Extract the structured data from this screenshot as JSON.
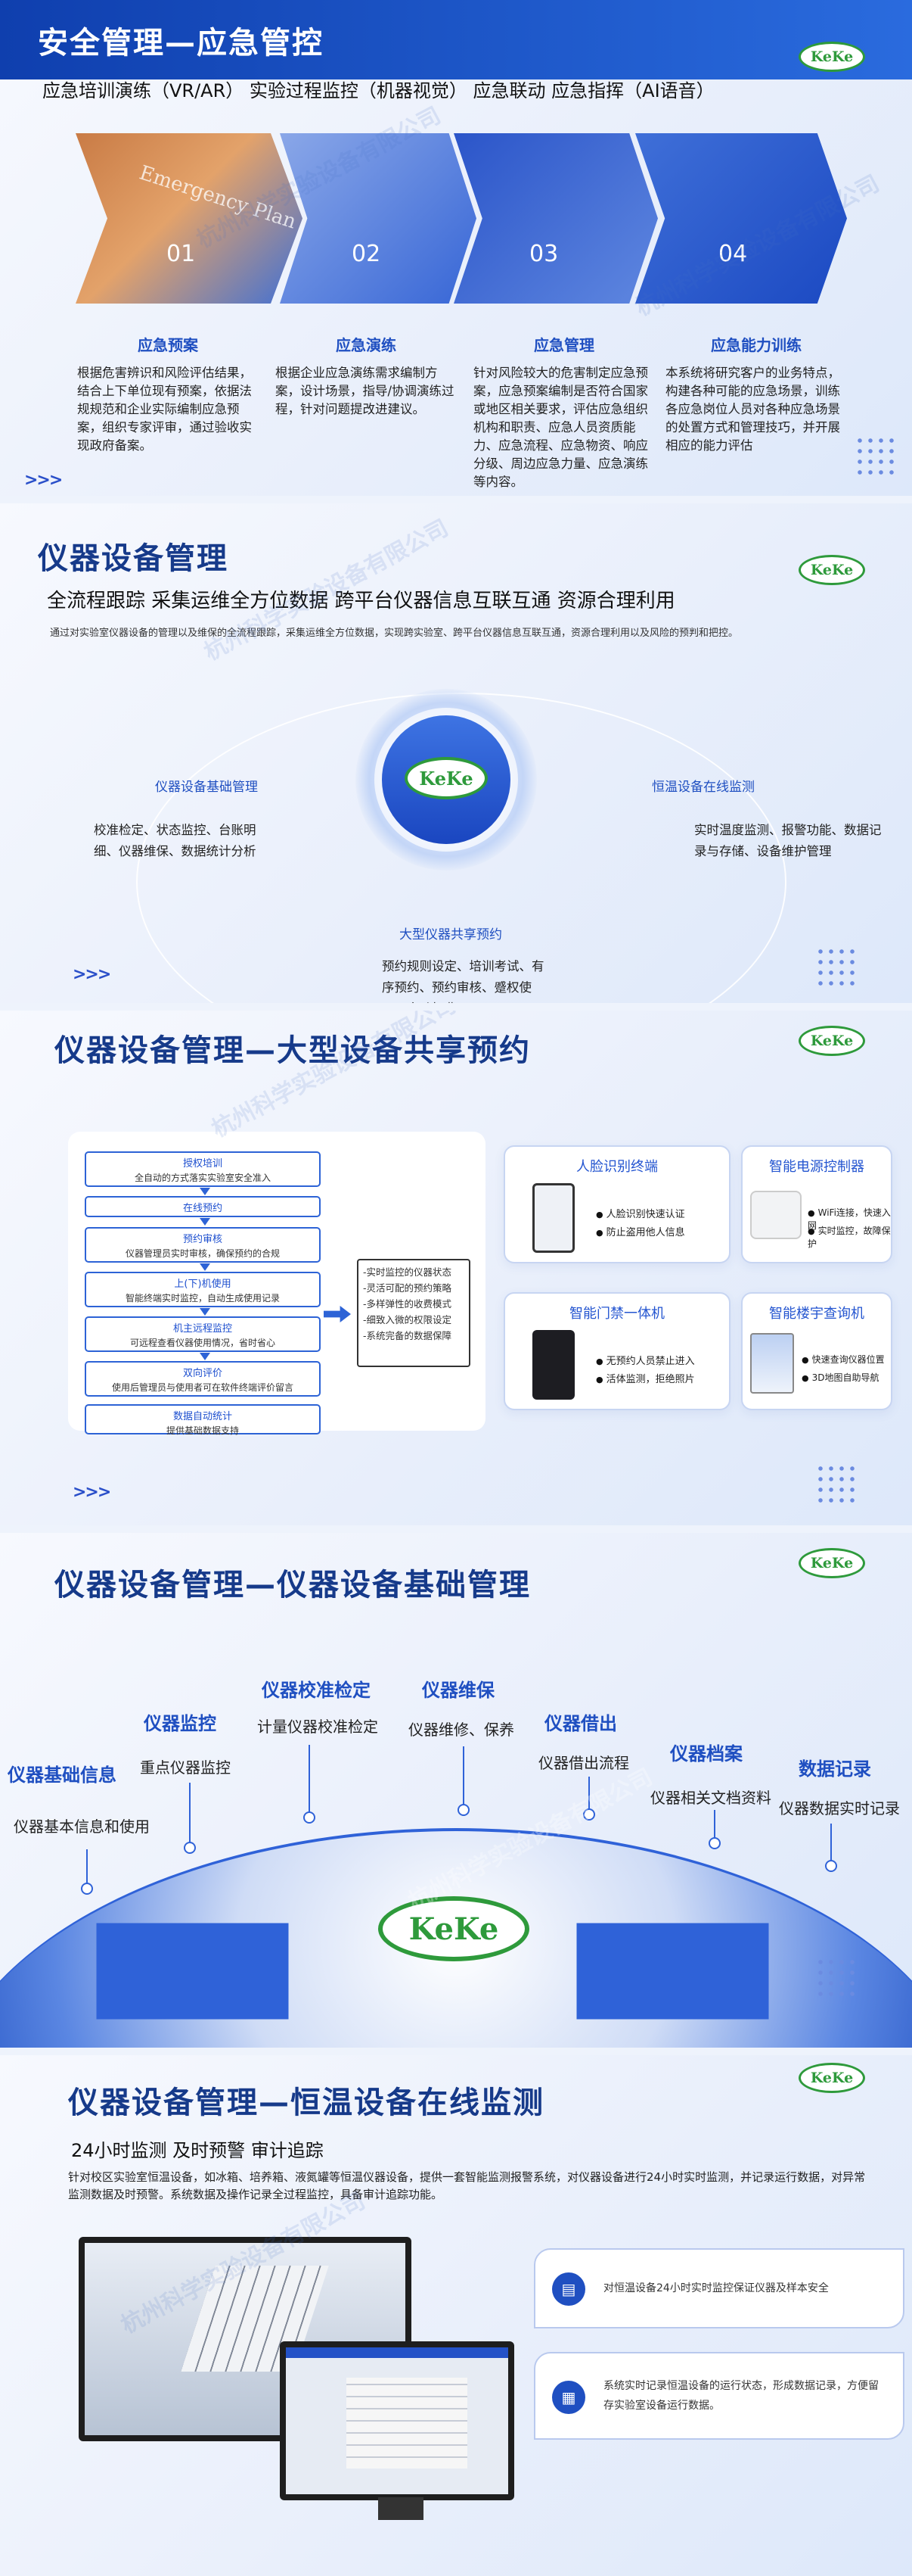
{
  "watermark": "杭州科学实验设备有限公司",
  "logo_text": "KeKe",
  "colors": {
    "accent": "#1f4fc1",
    "brand_green": "#2e9a3b",
    "header_blue": "#0f3fae"
  },
  "sec1": {
    "title": "安全管理—应急管控",
    "subtitle": "应急培训演练（VR/AR） 实验过程监控（机器视觉） 应急联动 应急指挥（AI语音）",
    "banner_text": "Emergency Plan",
    "nums": [
      "01",
      "02",
      "03",
      "04"
    ],
    "cols": [
      {
        "h": "应急预案",
        "p": "根据危害辨识和风险评估结果，结合上下单位现有预案，依据法规规范和企业实际编制应急预案，组织专家评审，通过验收实现政府备案。"
      },
      {
        "h": "应急演练",
        "p": "根据企业应急演练需求编制方案，设计场景，指导/协调演练过程，针对问题提改进建议。"
      },
      {
        "h": "应急管理",
        "p": "针对风险较大的危害制定应急预案，应急预案编制是否符合国家或地区相关要求，评估应急组织机构和职责、应急人员资质能力、应急流程、应急物资、响应分级、周边应急力量、应急演练等内容。"
      },
      {
        "h": "应急能力训练",
        "p": "本系统将研究客户的业务特点，构建各种可能的应急场景，训练各应急岗位人员对各种应急场景的处置方式和管理技巧，并开展相应的能力评估"
      }
    ]
  },
  "sec2": {
    "title": "仪器设备管理",
    "subtitle": "全流程跟踪 采集运维全方位数据 跨平台仪器信息互联互通 资源合理利用",
    "desc": "通过对实验室仪器设备的管理以及维保的全流程跟踪，采集运维全方位数据，实现跨实验室、跨平台仪器信息互联互通，资源合理利用以及风险的预判和把控。",
    "nodes": [
      {
        "h": "仪器设备基础管理",
        "p": "校准检定、状态监控、台账明细、仪器维保、数据统计分析"
      },
      {
        "h": "恒温设备在线监测",
        "p": "实时温度监测、报警功能、数据记录与存储、设备维护管理"
      },
      {
        "h": "大型仪器共享预约",
        "p": "预约规则设定、培训考试、有序预约、预约审核、蹙权使用、自动扣费"
      }
    ]
  },
  "sec3": {
    "title": "仪器设备管理—大型设备共享预约",
    "flow": [
      {
        "h": "授权培训",
        "d": "全自动的方式落实实验室安全准入"
      },
      {
        "h": "在线预约",
        "d": ""
      },
      {
        "h": "预约审核",
        "d": "仪器管理员实时审核，确保预约的合规"
      },
      {
        "h": "上(下)机使用",
        "d": "智能终端实时监控，自动生成使用记录"
      },
      {
        "h": "机主远程监控",
        "d": "可远程查看仪器使用情况，省时省心"
      },
      {
        "h": "双向评价",
        "d": "使用后管理员与使用者可在软件终端评价留言"
      },
      {
        "h": "数据自动统计",
        "d": "提供基础数据支持"
      }
    ],
    "side": [
      "-实时监控的仪器状态",
      "-灵活可配的预约策略",
      "-多样弹性的收费模式",
      "-细致入微的权限设定",
      "-系统完备的数据保障"
    ],
    "cards": [
      {
        "h": "人脸识别终端",
        "items": [
          "人脸识别快速认证",
          "防止盗用他人信息"
        ]
      },
      {
        "h": "智能电源控制器",
        "items": [
          "WiFi连接，快速入网",
          "实时监控，故障保护"
        ]
      },
      {
        "h": "智能门禁一体机",
        "items": [
          "无预约人员禁止进入",
          "活体监测，拒绝照片"
        ]
      },
      {
        "h": "智能楼宇查询机",
        "items": [
          "快速查询仪器位置",
          "3D地图自助导航"
        ]
      }
    ]
  },
  "sec4": {
    "title": "仪器设备管理—仪器设备基础管理",
    "points": [
      {
        "h": "仪器基础信息",
        "d": "仪器基本信息和使用"
      },
      {
        "h": "仪器监控",
        "d": "重点仪器监控"
      },
      {
        "h": "仪器校准检定",
        "d": "计量仪器校准检定"
      },
      {
        "h": "仪器维保",
        "d": "仪器维修、保养"
      },
      {
        "h": "仪器借出",
        "d": "仪器借出流程"
      },
      {
        "h": "仪器档案",
        "d": "仪器相关文档资料"
      },
      {
        "h": "数据记录",
        "d": "仪器数据实时记录"
      }
    ]
  },
  "sec5": {
    "title": "仪器设备管理—恒温设备在线监测",
    "subtitle": "24小时监测 及时预警 审计追踪",
    "desc": "针对校区实验室恒温设备，如冰箱、培养箱、液氮罐等恒温仪器设备，提供一套智能监测报警系统，对仪器设备进行24小时实时监测，并记录运行数据，对异常监测数据及时预警。系统数据及操作记录全过程监控，具备审计追踪功能。",
    "card1": "对恒温设备24小时实时监控保证仪器及样本安全",
    "card2": "系统实时记录恒温设备的运行状态，形成数据记录，方便留存实验室设备运行数据。"
  }
}
